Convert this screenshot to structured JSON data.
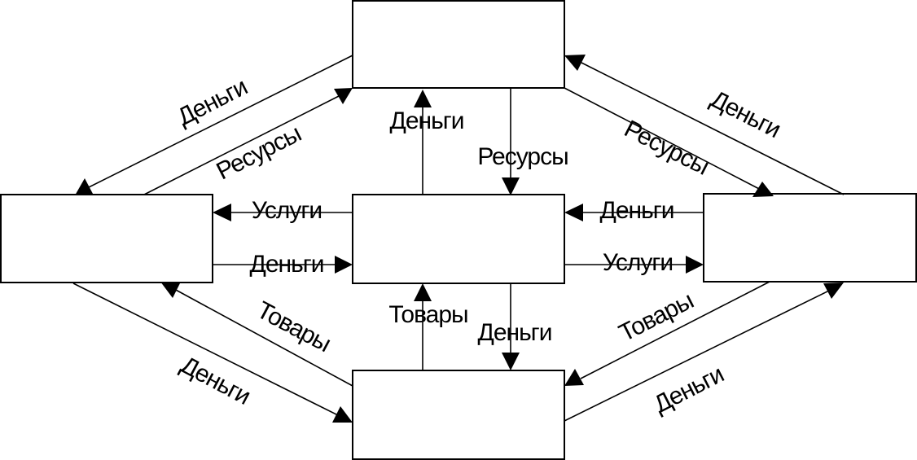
{
  "diagram": {
    "colors": {
      "line": "#000000",
      "background": "#ffffff"
    },
    "labels": {
      "money": "Деньги",
      "resources": "Ресурсы",
      "services": "Услуги",
      "goods": "Товары"
    }
  }
}
